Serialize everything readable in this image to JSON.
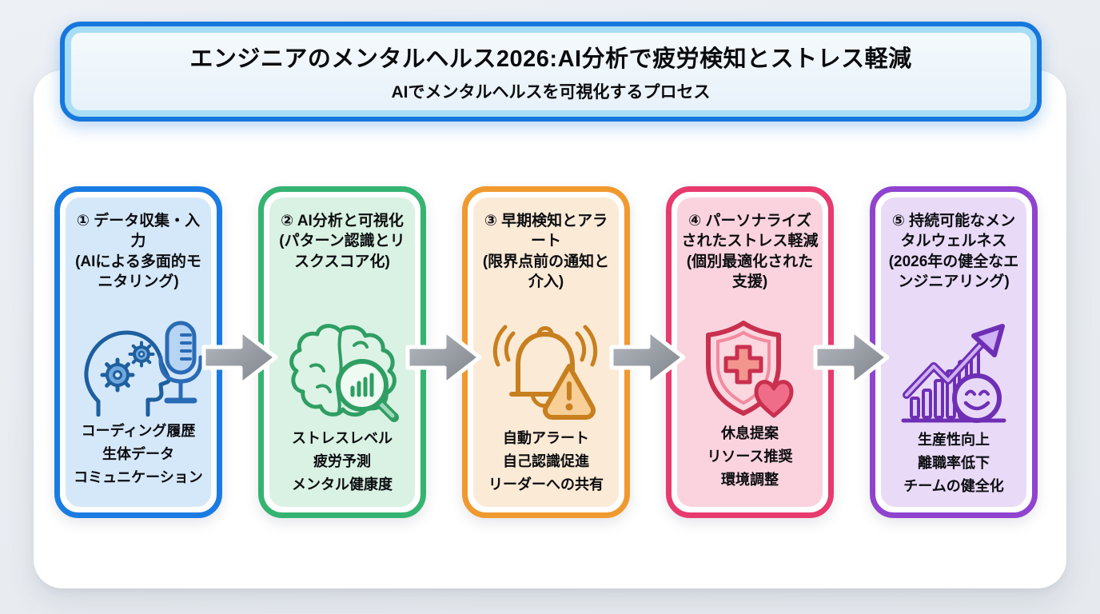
{
  "banner": {
    "title": "エンジニアのメンタルヘルス2026:AI分析で疲労検知とストレス軽減",
    "subtitle": "AIでメンタルヘルスを可視化するプロセス"
  },
  "steps": [
    {
      "title": "① データ収集・入力",
      "subtitle": "(AIによる多面的モニタリング)",
      "items": [
        "コーディング履歴",
        "生体データ",
        "コミュニケーション"
      ],
      "icon": "head-with-gears-and-microphone",
      "colors": {
        "border": "#1a7ce2",
        "bg": "#d5e8f9",
        "icon": "#1e5f9e"
      }
    },
    {
      "title": "② AI分析と可視化",
      "subtitle": "(パターン認識とリスクスコア化)",
      "items": [
        "ストレスレベル",
        "疲労予測",
        "メンタル健康度"
      ],
      "icon": "brain-with-magnifier",
      "colors": {
        "border": "#35b371",
        "bg": "#d9f2e3",
        "icon": "#2f9e63"
      }
    },
    {
      "title": "③ 早期検知とアラート",
      "subtitle": "(限界点前の通知と介入)",
      "items": [
        "自動アラート",
        "自己認識促進",
        "リーダーへの共有"
      ],
      "icon": "alert-bell-with-warning",
      "colors": {
        "border": "#f0992e",
        "bg": "#fbead6",
        "icon": "#c87f1e"
      }
    },
    {
      "title": "④ パーソナライズされたストレス軽減",
      "subtitle": "(個別最適化された支援)",
      "items": [
        "休息提案",
        "リソース推奨",
        "環境調整"
      ],
      "icon": "shield-with-cross-and-heart",
      "colors": {
        "border": "#e73a6e",
        "bg": "#fad3de",
        "icon": "#c9304f"
      }
    },
    {
      "title": "⑤ 持続可能なメンタルウェルネス",
      "subtitle": "(2026年の健全なエンジニアリング)",
      "items": [
        "生産性向上",
        "離職率低下",
        "チームの健全化"
      ],
      "icon": "growth-chart-with-smiley",
      "colors": {
        "border": "#8f43cf",
        "bg": "#e9daf8",
        "icon": "#6e2fb5"
      }
    }
  ],
  "arrow": {
    "fill_light": "#b6bac1",
    "fill_dark": "#7e828a",
    "outline": "#ffffff"
  }
}
